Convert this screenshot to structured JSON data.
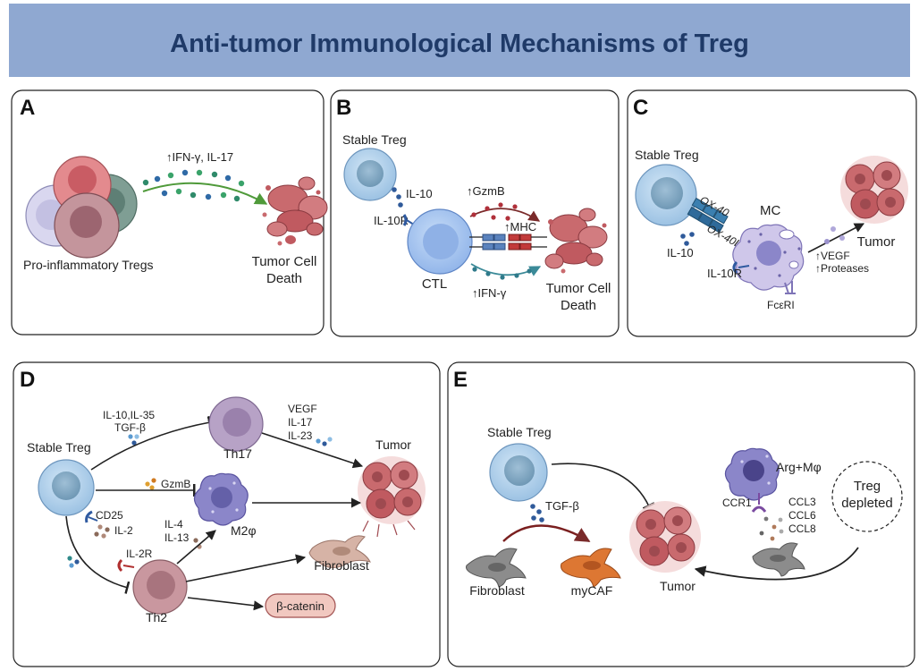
{
  "title": "Anti-tumor Immunological Mechanisms of Treg",
  "panels": {
    "a": {
      "letter": "A",
      "signal": "↑IFN-γ,  IL-17",
      "cells_label": "Pro-inflammatory Tregs",
      "death_line1": "Tumor Cell",
      "death_line2": "Death"
    },
    "b": {
      "letter": "B",
      "treg": "Stable Treg",
      "il10": "IL-10",
      "il10r": "IL-10R",
      "gzmb": "↑GzmB",
      "mhc": "↑MHC",
      "ctl": "CTL",
      "ifng": "↑IFN-γ",
      "death_line1": "Tumor Cell",
      "death_line2": "Death"
    },
    "c": {
      "letter": "C",
      "treg": "Stable Treg",
      "ox40": "OX-40",
      "ox40l": "OX-40L",
      "mc": "MC",
      "tumor": "Tumor",
      "il10": "IL-10",
      "il10r": "IL-10R",
      "vegf": "↑VEGF",
      "proteases": "↑Proteases",
      "fceri": "FcεRI"
    },
    "d": {
      "letter": "D",
      "treg": "Stable Treg",
      "il10_il35": "IL-10,IL-35",
      "tgfb": "TGF-β",
      "th17": "Th17",
      "vegf": "VEGF",
      "il17": "IL-17",
      "il23": "IL-23",
      "tumor": "Tumor",
      "gzmb": "GzmB",
      "m2": "M2φ",
      "cd25": "CD25",
      "il2": "IL-2",
      "il4": "IL-4",
      "il13": "IL-13",
      "il2r": "IL-2R",
      "fibroblast": "Fibroblast",
      "th2": "Th2",
      "bcatenin": "β-catenin"
    },
    "e": {
      "letter": "E",
      "treg": "Stable Treg",
      "tgfb": "TGF-β",
      "fibroblast": "Fibroblast",
      "mycaf": "myCAF",
      "tumor": "Tumor",
      "argm": "Arg+Mφ",
      "ccr1": "CCR1",
      "ccl3": "CCL3",
      "ccl6": "CCL6",
      "ccl8": "CCL8",
      "treg_depleted_line1": "Treg",
      "treg_depleted_line2": "depleted"
    }
  },
  "colors": {
    "header_bg": "#8fa8d1",
    "title": "#1f3a68",
    "treg_blue": "#a9cbe8",
    "tumor_red": "#c96a6e",
    "th17_purple": "#b7a2c6",
    "th2_pink": "#c9979f",
    "macrophage": "#8b86c9",
    "fibroblast_gray": "#8c8c8c",
    "mycaf_orange": "#dd7733",
    "catenin_fill": "#f1c8c0"
  }
}
